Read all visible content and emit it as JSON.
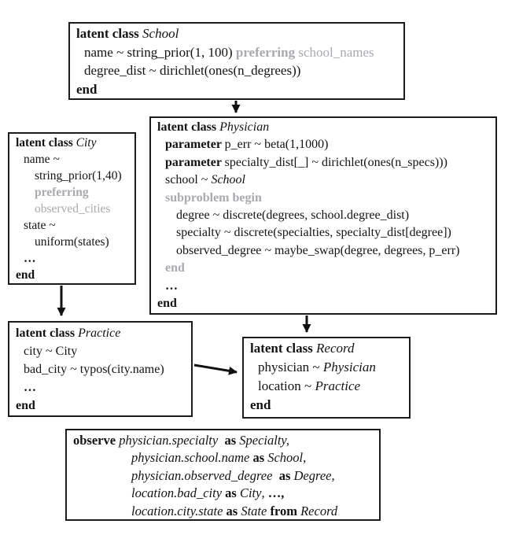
{
  "colors": {
    "text": "#131313",
    "gray_text": "#a9a9af",
    "box_border": "#1b1b1b",
    "arrow": "#111111",
    "background": "#ffffff"
  },
  "boxes": {
    "school": {
      "class_name": "School",
      "lines": [
        {
          "ind": 0,
          "seg": [
            {
              "t": "latent class ",
              "s": "b"
            },
            {
              "t": "School",
              "s": "i"
            }
          ]
        },
        {
          "ind": 1,
          "seg": [
            {
              "t": "name ~ string_prior(1, 100) ",
              "s": ""
            },
            {
              "t": "preferring ",
              "s": "gb"
            },
            {
              "t": "school_names",
              "s": "g"
            }
          ]
        },
        {
          "ind": 1,
          "seg": [
            {
              "t": "degree_dist ~ dirichlet(ones(n_degrees))",
              "s": ""
            }
          ]
        },
        {
          "ind": 0,
          "seg": [
            {
              "t": "end",
              "s": "b"
            }
          ]
        }
      ]
    },
    "city": {
      "class_name": "City",
      "lines": [
        {
          "ind": 0,
          "seg": [
            {
              "t": "latent class ",
              "s": "b"
            },
            {
              "t": "City",
              "s": "i"
            }
          ]
        },
        {
          "ind": 1,
          "seg": [
            {
              "t": "name ~",
              "s": ""
            }
          ]
        },
        {
          "ind": 2,
          "seg": [
            {
              "t": "string_prior(1,40)",
              "s": ""
            }
          ]
        },
        {
          "ind": 2,
          "seg": [
            {
              "t": "preferring",
              "s": "gb"
            }
          ]
        },
        {
          "ind": 2,
          "seg": [
            {
              "t": "observed_cities",
              "s": "g"
            }
          ]
        },
        {
          "ind": 1,
          "seg": [
            {
              "t": "state ~",
              "s": ""
            }
          ]
        },
        {
          "ind": 2,
          "seg": [
            {
              "t": "uniform(states)",
              "s": ""
            }
          ]
        },
        {
          "ind": 1,
          "seg": [
            {
              "t": "…",
              "s": "b"
            }
          ]
        },
        {
          "ind": 0,
          "seg": [
            {
              "t": "end",
              "s": "b"
            }
          ]
        }
      ]
    },
    "physician": {
      "class_name": "Physician",
      "lines": [
        {
          "ind": 0,
          "seg": [
            {
              "t": "latent class ",
              "s": "b"
            },
            {
              "t": "Physician",
              "s": "i"
            }
          ]
        },
        {
          "ind": 1,
          "seg": [
            {
              "t": "parameter ",
              "s": "b"
            },
            {
              "t": "p_err ~ beta(1,1000)",
              "s": ""
            }
          ]
        },
        {
          "ind": 1,
          "seg": [
            {
              "t": "parameter ",
              "s": "b"
            },
            {
              "t": "specialty_dist[_] ~ dirichlet(ones(n_specs)))",
              "s": ""
            }
          ]
        },
        {
          "ind": 1,
          "seg": [
            {
              "t": "school ~ ",
              "s": ""
            },
            {
              "t": "School",
              "s": "i"
            }
          ]
        },
        {
          "ind": 1,
          "seg": [
            {
              "t": "subproblem begin",
              "s": "gb"
            }
          ]
        },
        {
          "ind": 2,
          "seg": [
            {
              "t": "degree ~ discrete(degrees, school.degree_dist)",
              "s": ""
            }
          ]
        },
        {
          "ind": 2,
          "seg": [
            {
              "t": "specialty ~ discrete(specialties, specialty_dist[degree])",
              "s": ""
            }
          ]
        },
        {
          "ind": 2,
          "seg": [
            {
              "t": "observed_degree ~ maybe_swap(degree, degrees, p_err)",
              "s": ""
            }
          ]
        },
        {
          "ind": 1,
          "seg": [
            {
              "t": "end",
              "s": "gb"
            }
          ]
        },
        {
          "ind": 1,
          "seg": [
            {
              "t": "…",
              "s": "b"
            }
          ]
        },
        {
          "ind": 0,
          "seg": [
            {
              "t": "end",
              "s": "b"
            }
          ]
        }
      ]
    },
    "practice": {
      "class_name": "Practice",
      "lines": [
        {
          "ind": 0,
          "seg": [
            {
              "t": "latent class ",
              "s": "b"
            },
            {
              "t": "Practice",
              "s": "i"
            }
          ]
        },
        {
          "ind": 1,
          "seg": [
            {
              "t": "city ~ City",
              "s": ""
            }
          ]
        },
        {
          "ind": 1,
          "seg": [
            {
              "t": "bad_city ~ typos(city.name)",
              "s": ""
            }
          ]
        },
        {
          "ind": 1,
          "seg": [
            {
              "t": "…",
              "s": "b"
            }
          ]
        },
        {
          "ind": 0,
          "seg": [
            {
              "t": "end",
              "s": "b"
            }
          ]
        }
      ]
    },
    "record": {
      "class_name": "Record",
      "lines": [
        {
          "ind": 0,
          "seg": [
            {
              "t": "latent class ",
              "s": "b"
            },
            {
              "t": "Record",
              "s": "i"
            }
          ]
        },
        {
          "ind": 1,
          "seg": [
            {
              "t": "physician ~ ",
              "s": ""
            },
            {
              "t": "Physician",
              "s": "i"
            }
          ]
        },
        {
          "ind": 1,
          "seg": [
            {
              "t": "location ~ ",
              "s": ""
            },
            {
              "t": "Practice",
              "s": "i"
            }
          ]
        },
        {
          "ind": 0,
          "seg": [
            {
              "t": "end",
              "s": "b"
            }
          ]
        }
      ]
    },
    "observe": {
      "lines": [
        {
          "ind": 0,
          "seg": [
            {
              "t": "observe ",
              "s": "b"
            },
            {
              "t": "physician.specialty ",
              "s": "i"
            },
            {
              "t": " as ",
              "s": "b"
            },
            {
              "t": "Specialty,",
              "s": "i"
            }
          ]
        },
        {
          "ind": 3,
          "seg": [
            {
              "t": "physician.school.name ",
              "s": "i"
            },
            {
              "t": "as ",
              "s": "b"
            },
            {
              "t": "School",
              "s": "i"
            },
            {
              "t": ",",
              "s": ""
            }
          ]
        },
        {
          "ind": 3,
          "seg": [
            {
              "t": "physician.observed_degree ",
              "s": "i"
            },
            {
              "t": " as ",
              "s": "b"
            },
            {
              "t": "Degree,",
              "s": "i"
            }
          ]
        },
        {
          "ind": 3,
          "seg": [
            {
              "t": "location.bad_city ",
              "s": "i"
            },
            {
              "t": "as ",
              "s": "b"
            },
            {
              "t": "City",
              "s": "i"
            },
            {
              "t": ", ",
              "s": ""
            },
            {
              "t": "…,",
              "s": "b"
            }
          ]
        },
        {
          "ind": 3,
          "seg": [
            {
              "t": "location.city.state ",
              "s": "i"
            },
            {
              "t": "as ",
              "s": "b"
            },
            {
              "t": "State ",
              "s": "i"
            },
            {
              "t": "from ",
              "s": "b"
            },
            {
              "t": "Record",
              "s": "i"
            }
          ]
        }
      ]
    }
  },
  "edges": [
    {
      "from": "school",
      "to": "physician",
      "direction": "down"
    },
    {
      "from": "city",
      "to": "practice",
      "direction": "down"
    },
    {
      "from": "physician",
      "to": "record",
      "direction": "down"
    },
    {
      "from": "practice",
      "to": "record",
      "direction": "right"
    }
  ]
}
